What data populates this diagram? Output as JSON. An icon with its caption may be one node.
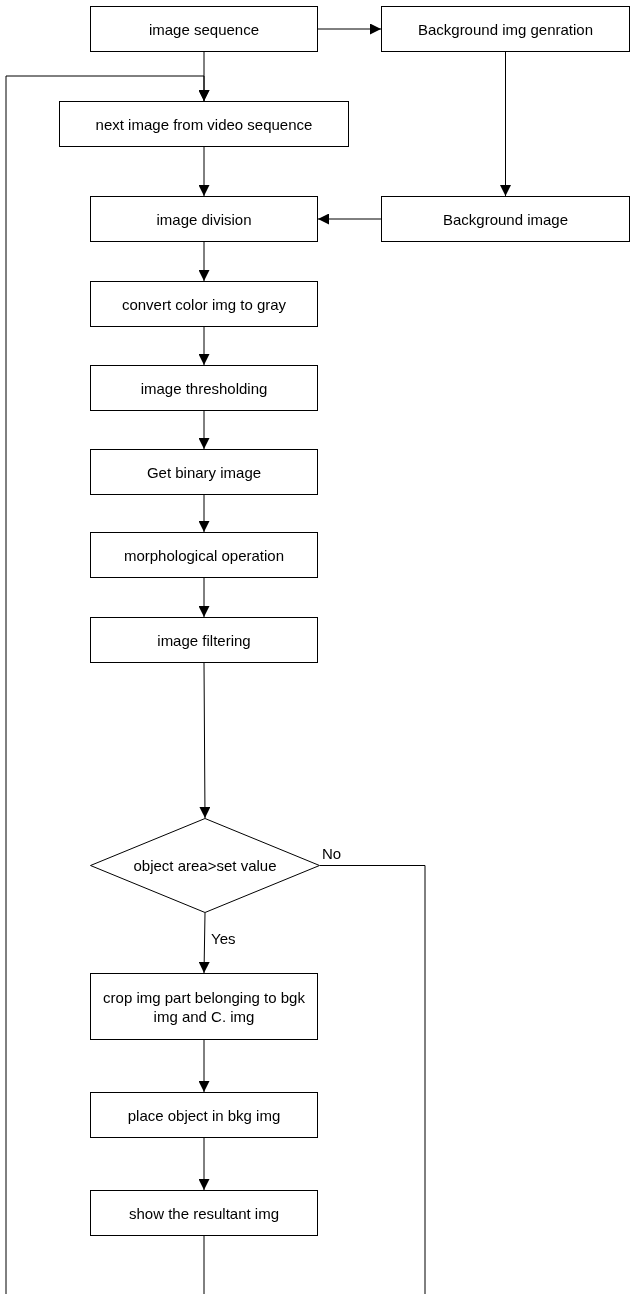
{
  "diagram": {
    "nodes": [
      {
        "text": [
          "image sequence"
        ]
      },
      {
        "text": [
          "Background img genration"
        ]
      },
      {
        "text": [
          "next image from video sequence"
        ]
      },
      {
        "text": [
          "image division"
        ]
      },
      {
        "text": [
          "Background image"
        ]
      },
      {
        "text": [
          "convert color img to gray"
        ]
      },
      {
        "text": [
          "image thresholding"
        ]
      },
      {
        "text": [
          "Get binary image"
        ]
      },
      {
        "text": [
          "morphological operation"
        ]
      },
      {
        "text": [
          "image filtering"
        ]
      },
      {
        "text": [
          "object area>set value"
        ]
      },
      {
        "text": [
          "crop img part belonging to bgk img and C. img"
        ]
      },
      {
        "text": [
          "place object in bkg img"
        ]
      },
      {
        "text": [
          "show the resultant img"
        ]
      }
    ],
    "edges": [
      {
        "from": 0,
        "to": 1,
        "arrow": "to"
      },
      {
        "from": 0,
        "to": 2,
        "arrow": "to"
      },
      {
        "from": null,
        "to": 2,
        "arrow": "to"
      },
      {
        "from": 1,
        "to": 4,
        "arrow": "to"
      },
      {
        "from": 2,
        "to": 3,
        "arrow": "to"
      },
      {
        "from": 4,
        "to": 3,
        "arrow": "to"
      },
      {
        "from": 3,
        "to": 5,
        "arrow": "to"
      },
      {
        "from": 5,
        "to": 6,
        "arrow": "to"
      },
      {
        "from": 6,
        "to": 7,
        "arrow": "to"
      },
      {
        "from": 7,
        "to": 8,
        "arrow": "to"
      },
      {
        "from": 8,
        "to": 9,
        "arrow": "to"
      },
      {
        "from": 9,
        "to": 10,
        "arrow": "to"
      },
      {
        "from": 10,
        "to": 11,
        "label": "Yes",
        "arrow": "to"
      },
      {
        "from": 10,
        "to": null,
        "label": "No",
        "arrow": "none"
      },
      {
        "from": 11,
        "to": 12,
        "arrow": "to"
      },
      {
        "from": 12,
        "to": 13,
        "arrow": "to"
      },
      {
        "from": 13,
        "to": null,
        "arrow": "none"
      }
    ]
  }
}
